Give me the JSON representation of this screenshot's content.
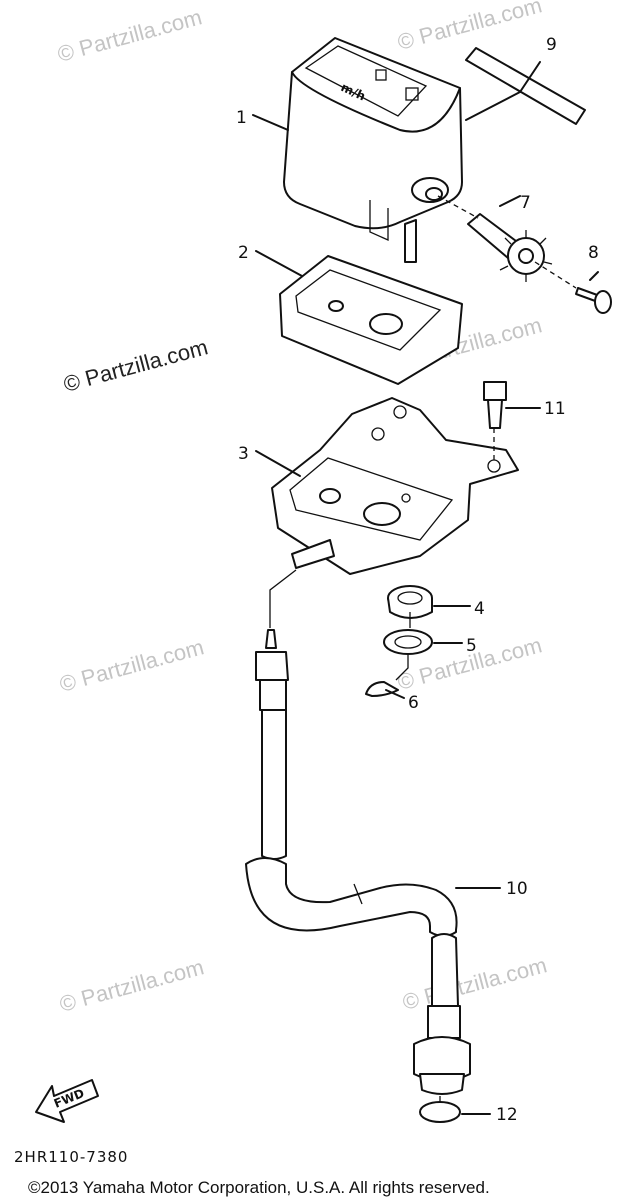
{
  "watermarks": [
    "© Partzilla.com",
    "© Partzilla.com",
    "© Partzilla.com",
    "© Partzilla.com",
    "© Partzilla.com",
    "© Partzilla.com",
    "© Partzilla.com",
    "© Partzilla.com"
  ],
  "callouts": [
    "1",
    "2",
    "3",
    "4",
    "5",
    "6",
    "7",
    "8",
    "9",
    "10",
    "11",
    "12"
  ],
  "meter_face_text": "m/h",
  "fwd_label": "FWD",
  "diagram_code": "2HR110-7380",
  "copyright": "©2013  Yamaha Motor Corporation, U.S.A. All rights reserved."
}
